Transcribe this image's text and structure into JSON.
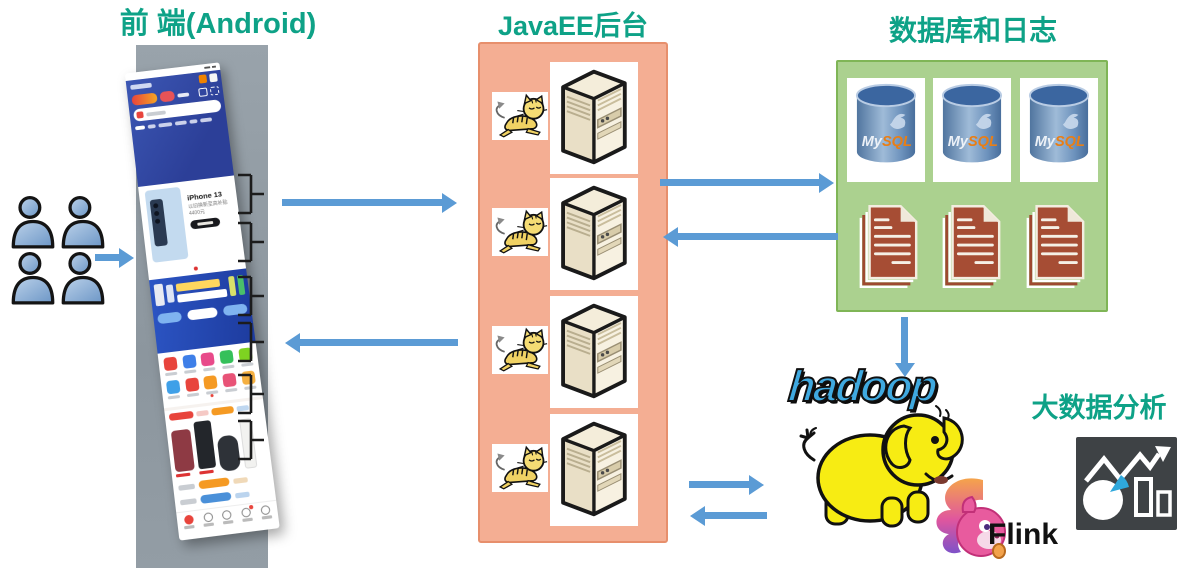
{
  "titles": {
    "frontend": "前 端(Android)",
    "backend": "JavaEE后台",
    "database": "数据库和日志",
    "bigdata": "大数据分析"
  },
  "labels": {
    "hadoop": "hadoop",
    "flink": "Flink",
    "mysql_my": "My",
    "mysql_sql": "SQL"
  },
  "phone": {
    "banner_title": "iPhone 13",
    "banner_subtitle": "以旧换新至高补贴4400元"
  },
  "colors": {
    "title_teal": "#0EA287",
    "arrow_blue": "#5B9BD5",
    "backend_box_fill": "#F4AE93",
    "backend_box_border": "#E78F6C",
    "db_box_fill": "#ABD18F",
    "db_box_border": "#7FB556",
    "log_doc_red": "#A64D34",
    "mysql_orange": "#E87E16",
    "hadoop_blue": "#3FA9E0",
    "elephant_yellow": "#F7EC13",
    "flink_pink": "#E85B9E",
    "chart_icon_bg": "#3E4245",
    "phone_band_gray": "#929CA4"
  }
}
